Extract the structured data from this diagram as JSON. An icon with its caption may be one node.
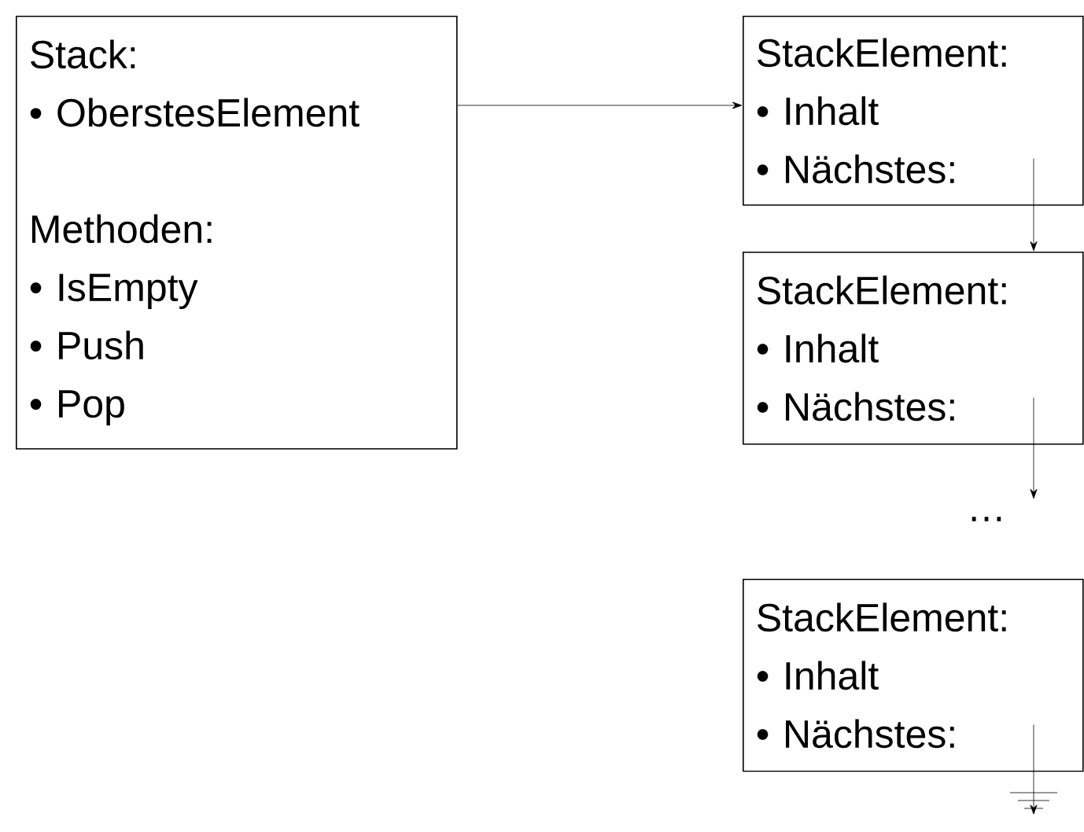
{
  "diagram": {
    "nodes": [
      {
        "text": [
          "Stack:",
          "• OberstesElement",
          "Methoden:",
          "• IsEmpty",
          "• Push",
          "• Pop"
        ]
      },
      {
        "text": [
          "StackElement:",
          "• Inhalt",
          "• Nächstes:"
        ]
      },
      {
        "text": [
          "StackElement:",
          "• Inhalt",
          "• Nächstes:"
        ]
      },
      {
        "text": [
          "…"
        ]
      },
      {
        "text": [
          "StackElement:",
          "• Inhalt",
          "• Nächstes:"
        ]
      },
      {
        "text": [],
        "shape": "ground"
      }
    ],
    "edges": [
      {
        "from": 0,
        "to": 1,
        "arrow": "to"
      },
      {
        "from": 1,
        "to": 2,
        "arrow": "to"
      },
      {
        "from": 2,
        "to": 3,
        "arrow": "to"
      },
      {
        "from": 4,
        "to": 5,
        "arrow": "to"
      }
    ]
  }
}
